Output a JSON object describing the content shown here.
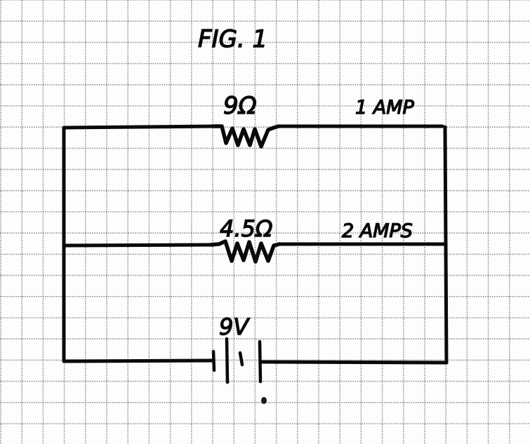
{
  "figure": {
    "title": "FIG. 1",
    "description": "Hand-drawn parallel circuit on graph paper: a 9V battery powering two resistors in parallel"
  },
  "colors": {
    "paper": "#fdfdfd",
    "grid": "#6d6d6d",
    "ink": "#0a0a0a"
  },
  "circuit": {
    "type": "parallel",
    "branches": [
      {
        "id": "branch-top",
        "component": "resistor",
        "resistance_label": "9Ω",
        "resistance_ohms": 9,
        "current_label": "1 AMP",
        "current_amps": 1
      },
      {
        "id": "branch-middle",
        "component": "resistor",
        "resistance_label": "4.5Ω",
        "resistance_ohms": 4.5,
        "current_label": "2 AMPS",
        "current_amps": 2
      },
      {
        "id": "branch-bottom",
        "component": "battery",
        "voltage_label": "9V",
        "voltage_volts": 9
      }
    ]
  }
}
